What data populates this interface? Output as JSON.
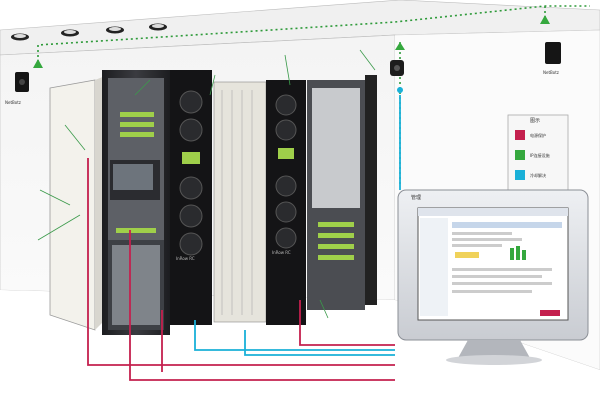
{
  "colors": {
    "dotted_line": "#2e9a3a",
    "legend_red": "#c4204e",
    "legend_green": "#35a83e",
    "legend_cyan": "#1ab0d8",
    "rack_dark": "#2a2b2e",
    "accent_green": "#9fcf4a",
    "screen_bg": "#e8edf3"
  },
  "labels": {
    "left_sensor_name": "NetBotz",
    "right_sensor_name": "NetBotz",
    "inrow_left": "InRow RC",
    "inrow_right": "InRow RC",
    "monitor_label": "管理",
    "legend_title": "图示"
  },
  "legend": {
    "items": [
      {
        "label": "电源保护"
      },
      {
        "label": "IP连接设施"
      },
      {
        "label": "冷却解决"
      }
    ]
  },
  "icons": {
    "ceiling_light": "ceiling-light-icon",
    "sensor": "camera-sensor-icon",
    "triangle": "triangle-marker-icon"
  }
}
